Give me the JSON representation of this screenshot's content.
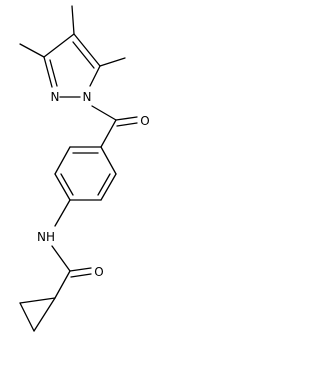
{
  "structure": {
    "atom_labels": {
      "pyrazole_n2": "N",
      "pyrazole_n1": "N",
      "carbonyl_o_upper": "O",
      "amide_nh": "NH",
      "carbonyl_o_lower": "O"
    },
    "colors": {
      "bond": "#000000",
      "label": "#000000",
      "background": "#ffffff"
    }
  }
}
